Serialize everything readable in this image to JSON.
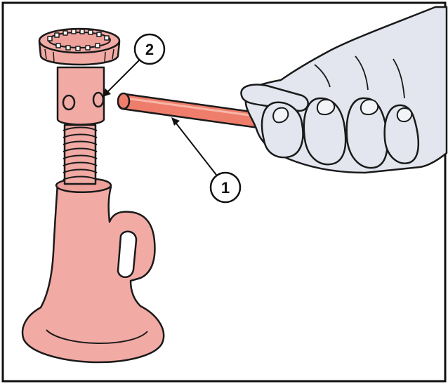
{
  "callouts": {
    "one": "1",
    "two": "2"
  },
  "parts": {
    "one": "bar",
    "two": "jack head"
  },
  "colors": {
    "jack_fill": "#f2aaa4",
    "jack_shade": "#e48f89",
    "bar_fill": "#ef7d6b",
    "bar_highlight": "#f8b6a8",
    "hand_fill": "#e3e6ee",
    "outline": "#1a1a1a",
    "frame": "#111111",
    "background": "#ffffff"
  }
}
